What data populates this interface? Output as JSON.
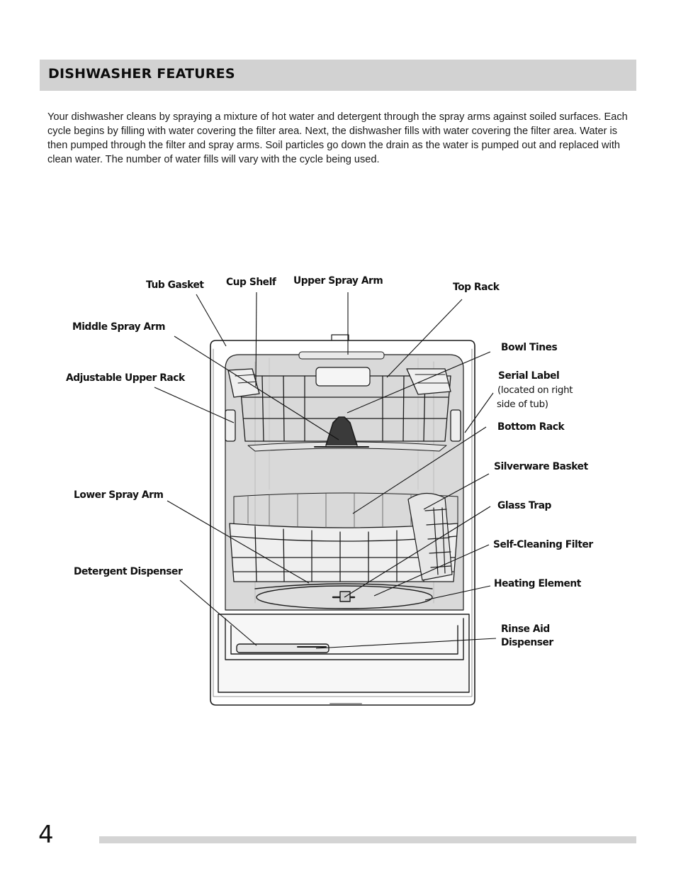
{
  "header": {
    "title": "DISHWASHER  FEATURES"
  },
  "intro": "Your dishwasher cleans by spraying a mixture of hot water and detergent through the spray arms against soiled surfaces. Each cycle begins by filling with water covering the filter area. Next, the dishwasher fills with water covering the filter area. Water is then pumped through the filter and spray arms. Soil particles go down the drain as the water is pumped out and replaced with clean water. The number of water fills will vary with the cycle being used.",
  "labels": {
    "tub_gasket": "Tub Gasket",
    "cup_shelf": "Cup Shelf",
    "upper_spray_arm": "Upper Spray Arm",
    "top_rack": "Top Rack",
    "middle_spray_arm": "Middle Spray Arm",
    "bowl_tines": "Bowl Tines",
    "adjustable_upper_rack": "Adjustable Upper Rack",
    "serial_label": "Serial  Label",
    "serial_label_note_1": "(located on right",
    "serial_label_note_2": "side of tub)",
    "bottom_rack": "Bottom Rack",
    "silverware_basket": "Silverware Basket",
    "lower_spray_arm": "Lower Spray Arm",
    "glass_trap": "Glass Trap",
    "self_cleaning_filter": "Self-Cleaning Filter",
    "detergent_dispenser": "Detergent Dispenser",
    "heating_element": "Heating Element",
    "rinse_aid_1": "Rinse Aid",
    "rinse_aid_2": "Dispenser"
  },
  "footer": {
    "page_number": "4"
  }
}
